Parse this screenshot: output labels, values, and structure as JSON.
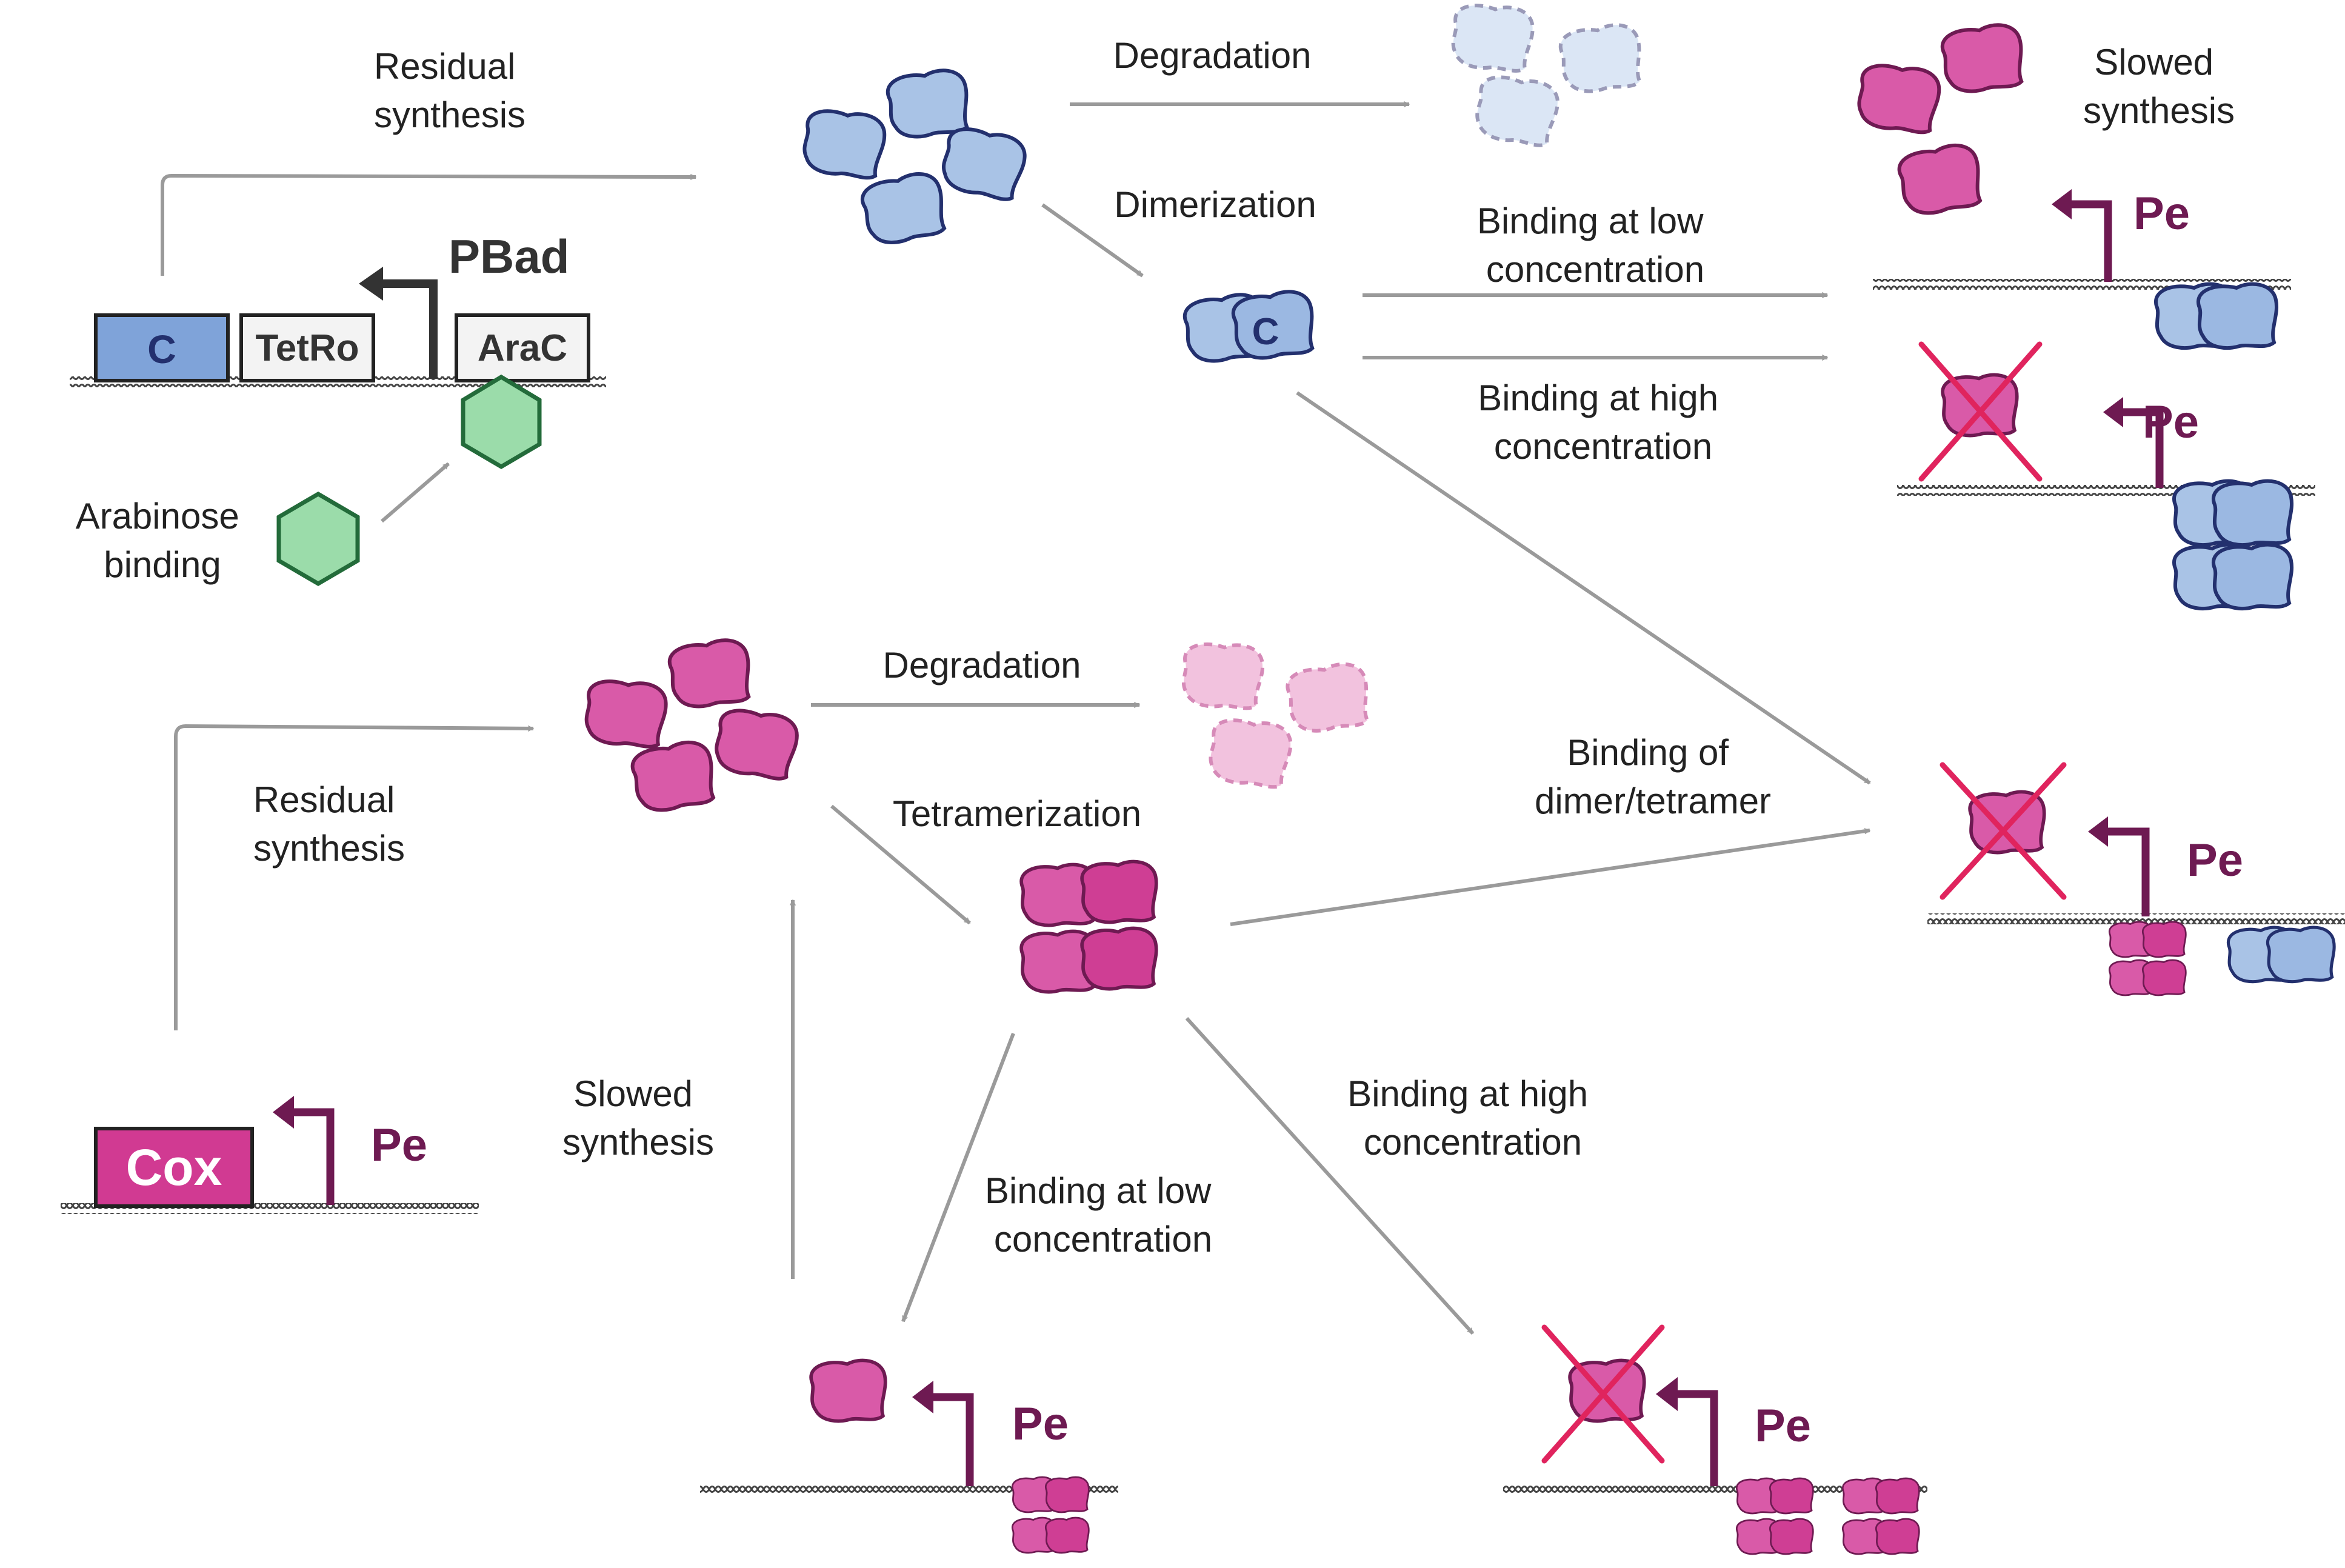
{
  "labels": {
    "residual_synthesis_top": [
      "Residual",
      "synthesis"
    ],
    "degradation_top": "Degradation",
    "dimerization": "Dimerization",
    "slowed_synthesis_top": [
      "Slowed",
      "synthesis"
    ],
    "binding_low_top": [
      "Binding at low",
      "concentration"
    ],
    "binding_high_top": [
      "Binding at high",
      "concentration"
    ],
    "pbad": "PBad",
    "gene_c": "C",
    "tetro": "TetRo",
    "arac": "AraC",
    "arabinose_binding": [
      "Arabinose",
      "binding"
    ],
    "dimer_c": "C",
    "degradation_bottom": "Degradation",
    "residual_synthesis_bottom": [
      "Residual",
      "synthesis"
    ],
    "tetramerization": "Tetramerization",
    "binding_dimer_tetramer": [
      "Binding of",
      "dimer/tetramer"
    ],
    "gene_cox": "Cox",
    "pe": "Pe",
    "slowed_synthesis_bottom": [
      "Slowed",
      "synthesis"
    ],
    "binding_low_bottom": [
      "Binding at low",
      "concentration"
    ],
    "binding_high_bottom": [
      "Binding at high",
      "concentration"
    ]
  },
  "colors": {
    "c_protein_fill": "#a9c3e6",
    "c_protein_stroke": "#23306e",
    "c_gene_fill": "#7fa3d9",
    "cox_protein_fill": "#d95aa8",
    "cox_protein_stroke": "#6e1a52",
    "cox_gene_fill": "#d13a92",
    "degraded_c_fill": "#dbe6f5",
    "degraded_cox_fill": "#f2c2de",
    "arabinose_fill": "#9bdcaa",
    "arabinose_stroke": "#236b3a",
    "inhibition_cross": "#e0245e",
    "pe_color": "#6e1a52",
    "arrow_grey": "#9a9a9a"
  }
}
